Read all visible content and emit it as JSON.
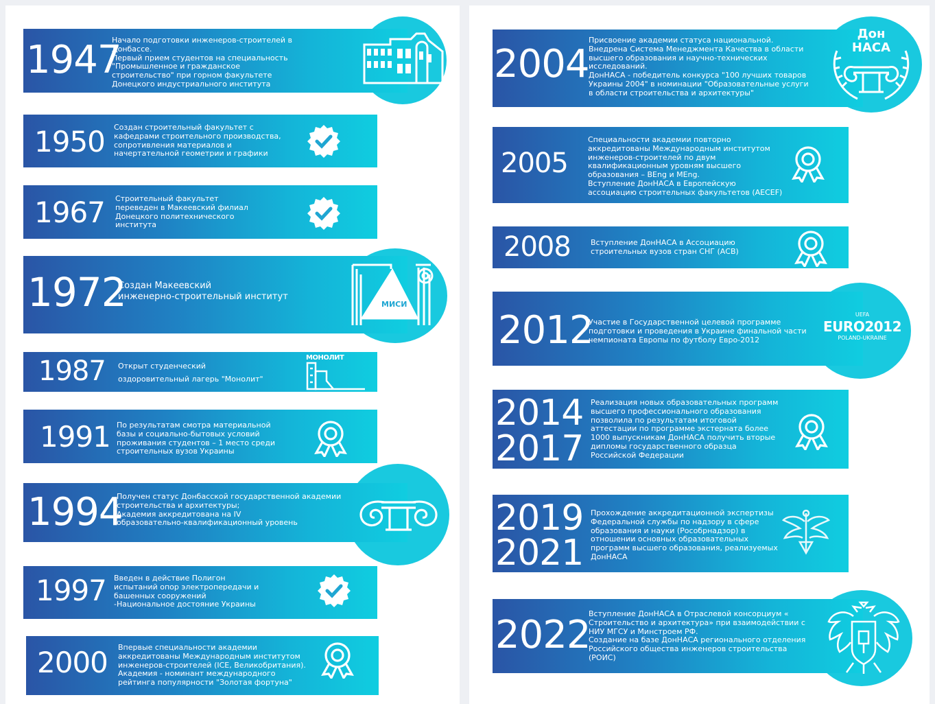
{
  "colors": {
    "bar_start": "#2a55a6",
    "bar_end": "#10cde0",
    "circle": "#19c9df",
    "text": "#ffffff"
  },
  "left": [
    {
      "year": "1947",
      "icon": "building-icon",
      "text": "Начало подготовки инженеров-строителей в\nДонбассе.\nПервый прием студентов на специальность\n\"Промышленное и гражданское\nстроительство\" при горном факультете\nДонецкого индустриального института"
    },
    {
      "year": "1950",
      "icon": "check-badge-icon",
      "text": "Создан строительный факультет  с\nкафедрами строительного производства,\nсопротивления материалов и\nначертательной геометрии и графики"
    },
    {
      "year": "1967",
      "icon": "check-badge-icon",
      "text": "Строительный факультет\nпереведен в Макеевский филиал\nДонецкого политехнического\nинститута"
    },
    {
      "year": "1972",
      "icon": "misi-logo-icon",
      "logo_text": "МИСИ",
      "text": "Создан Макеевский\nинженерно-строительный институт"
    },
    {
      "year": "1987",
      "icon": "monolit-logo-icon",
      "logo_text": "МОНОЛИТ",
      "text": "Открыт студенческий\nоздоровительный лагерь \"Монолит\""
    },
    {
      "year": "1991",
      "icon": "award-icon",
      "text": "По результатам смотра материальной\nбазы и социально-бытовых условий\nпроживания студентов – 1 место среди\nстроительных вузов Украины"
    },
    {
      "year": "1994",
      "icon": "academy-logo-icon",
      "text": "Получен статус Донбасской государственной академии\nстроительства и архитектуры;\nАкадемия аккредитована на IV\nобразовательно-квалификационный уровень"
    },
    {
      "year": "1997",
      "icon": "check-badge-icon",
      "text": "Введен в действие Полигон\nиспытаний опор электропередачи и\nбашенных сооружений\n-Национальное достояние Украины"
    },
    {
      "year": "2000",
      "icon": "award-icon",
      "text": "Впервые специальности академии\nаккредитованы Международным институтом\nинженеров-строителей (ICE, Великобритания).\nАкадемия - номинант международного\nрейтинга популярности \"Золотая фортуна\""
    }
  ],
  "right": [
    {
      "year": "2004",
      "icon": "donnasa-emblem-icon",
      "logo_text": "Дон НАСА",
      "text": "Присвоение академии статуса национальной.\nВнедрена Система Менеджмента Качества в области\nвысшего образования и научно-технических\nисследований.\nДонНАСА - победитель конкурса \"100 лучших товаров\nУкраины 2004\" в номинации \"Образовательные услуги\nв области строительства и архитектуры\""
    },
    {
      "year": "2005",
      "icon": "award-icon",
      "text": "Специальности академии повторно\nаккредитованы Международным институтом\nинженеров-строителей по двум\nквалификационным уровням высшего\nобразования – BEng и MEng.\nВступление ДонНАСА в Европейскую\nассоциацию строительных факультетов (AECEF)"
    },
    {
      "year": "2008",
      "icon": "award-icon",
      "text": "Вступление ДонНАСА в Ассоциацию\nстроительных вузов стран СНГ (АСВ)"
    },
    {
      "year": "2012",
      "icon": "euro2012-logo-icon",
      "logo_top": "UEFA",
      "logo_main": "EURO2012",
      "logo_sub": "POLAND-UKRAINE",
      "text": "Участие в Государственной целевой программе\nподготовки и проведения в Украине финальной части\nчемпионата Европы по футболу Евро-2012"
    },
    {
      "year": "2014",
      "year2": "2017",
      "icon": "award-icon",
      "text": "Реализация новых образовательных программ\nвысшего профессионального образования\nпозволила по результатам итоговой\nаттестации по программе экстерната более\n1000 выпускникам ДонНАСА получить  вторые\nдипломы государственного образца\nРоссийской Федерации"
    },
    {
      "year": "2019",
      "year2": "2021",
      "icon": "rosobrnadzor-emblem-icon",
      "text": "Прохождение аккредитационной экспертизы\nФедеральной службы по надзору в сфере\nобразования и науки (Рособрнадзор) в\nотношении основных образовательных\nпрограмм высшего образования, реализуемых\nДонНАСА"
    },
    {
      "year": "2022",
      "icon": "russia-coat-of-arms-icon",
      "text": "Вступление ДонНАСА в Отраслевой консорциум «\nСтроительство и архитектура» при взаимодействии с\nНИУ МГСУ и Минстроем РФ.\nСоздание на базе ДонНАСА регионального отделения\nРоссийского общества инженеров строительства\n(РОИС)"
    }
  ]
}
